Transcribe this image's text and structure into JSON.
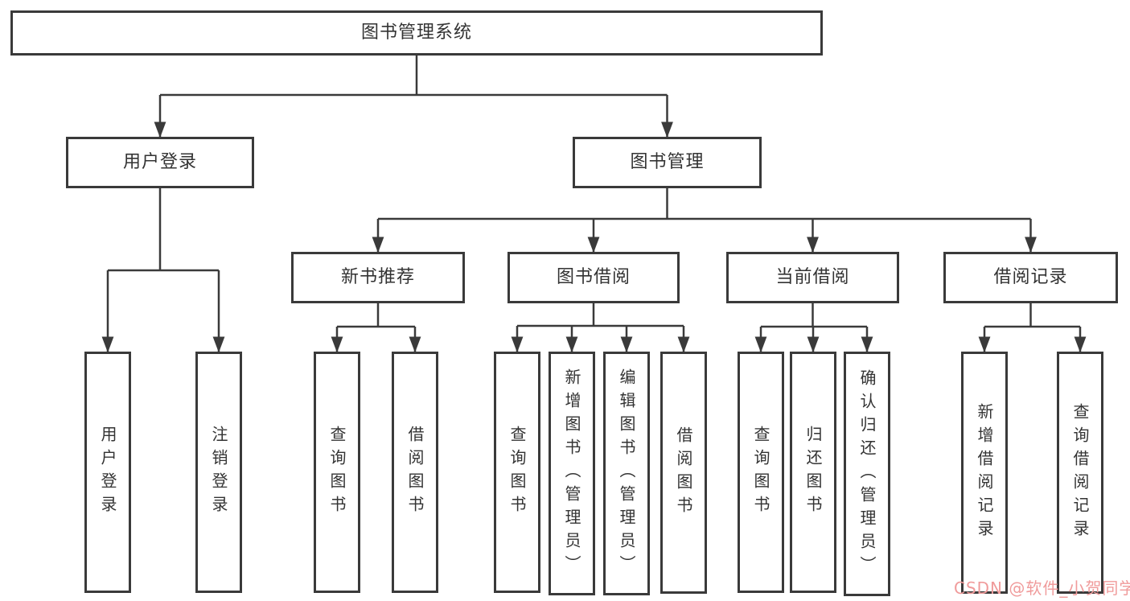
{
  "diagram": {
    "type": "tree",
    "title": "图书管理系统",
    "nodes": [
      {
        "id": "root",
        "label": "图书管理系统",
        "parent": null,
        "vertical": false
      },
      {
        "id": "user_login",
        "label": "用户登录",
        "parent": "root",
        "vertical": false
      },
      {
        "id": "book_mgmt",
        "label": "图书管理",
        "parent": "root",
        "vertical": false
      },
      {
        "id": "new_rec",
        "label": "新书推荐",
        "parent": "book_mgmt",
        "vertical": false
      },
      {
        "id": "book_borrow",
        "label": "图书借阅",
        "parent": "book_mgmt",
        "vertical": false
      },
      {
        "id": "current_borrow",
        "label": "当前借阅",
        "parent": "book_mgmt",
        "vertical": false
      },
      {
        "id": "borrow_records",
        "label": "借阅记录",
        "parent": "book_mgmt",
        "vertical": false
      },
      {
        "id": "leaf_user_login",
        "label": "用户登录",
        "parent": "user_login",
        "vertical": true
      },
      {
        "id": "leaf_logout",
        "label": "注销登录",
        "parent": "user_login",
        "vertical": true
      },
      {
        "id": "nr_query",
        "label": "查询图书",
        "parent": "new_rec",
        "vertical": true
      },
      {
        "id": "nr_borrow",
        "label": "借阅图书",
        "parent": "new_rec",
        "vertical": true
      },
      {
        "id": "bb_query",
        "label": "查询图书",
        "parent": "book_borrow",
        "vertical": true
      },
      {
        "id": "bb_add",
        "label": "新增图书（管理员）",
        "parent": "book_borrow",
        "vertical": true
      },
      {
        "id": "bb_edit",
        "label": "编辑图书（管理员）",
        "parent": "book_borrow",
        "vertical": true
      },
      {
        "id": "bb_borrow",
        "label": "借阅图书",
        "parent": "book_borrow",
        "vertical": true
      },
      {
        "id": "cb_query",
        "label": "查询图书",
        "parent": "current_borrow",
        "vertical": true
      },
      {
        "id": "cb_return",
        "label": "归还图书",
        "parent": "current_borrow",
        "vertical": true
      },
      {
        "id": "cb_confirm",
        "label": "确认归还（管理员）",
        "parent": "current_borrow",
        "vertical": true
      },
      {
        "id": "br_add",
        "label": "新增借阅记录",
        "parent": "borrow_records",
        "vertical": true
      },
      {
        "id": "br_query",
        "label": "查询借阅记录",
        "parent": "borrow_records",
        "vertical": true
      }
    ],
    "watermark": "CSDN @软件_小贺同学",
    "colors": {
      "line": "#3a3a3a",
      "text": "#333333",
      "background": "#ffffff",
      "watermark": "#f09b9b"
    }
  }
}
